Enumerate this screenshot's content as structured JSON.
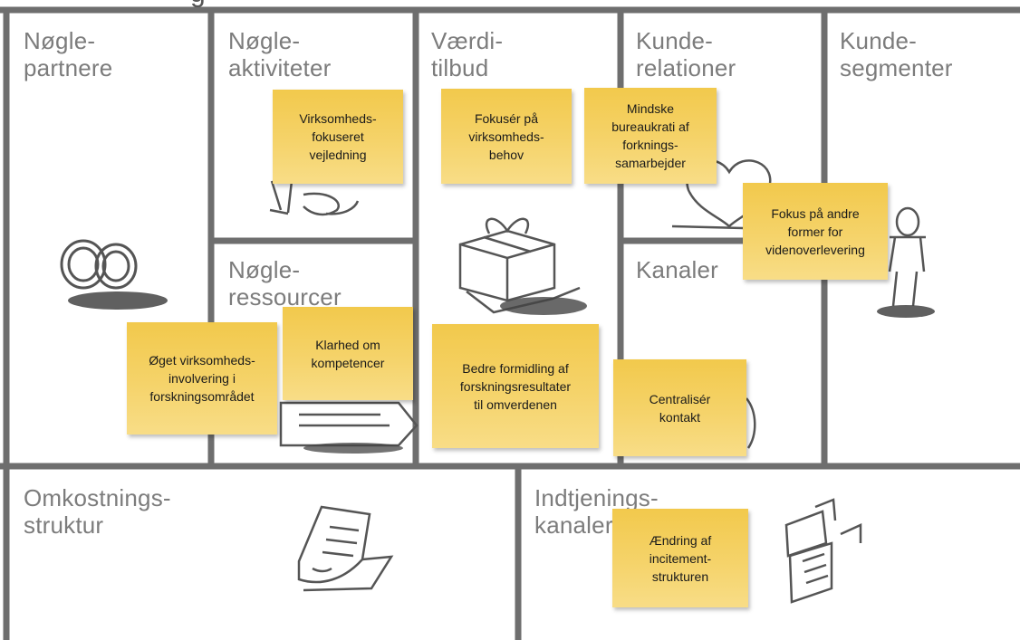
{
  "title_fragment": "g",
  "colors": {
    "grid": "#6e6e6e",
    "title_text": "#7c7c7c",
    "note": "#f5d36a",
    "sketch": "#555555"
  },
  "blocks": {
    "key_partners": "Nøgle-\npartnere",
    "key_activities": "Nøgle-\naktiviteter",
    "key_resources": "Nøgle-\nressourcer",
    "value_proposition": "Værdi-\ntilbud",
    "customer_relationships": "Kunde-\nrelationer",
    "channels": "Kanaler",
    "customer_segments": "Kunde-\nsegmenter",
    "cost_structure": "Omkostnings-\nstruktur",
    "revenue_streams": "Indtjenings-\nkanaler"
  },
  "notes": {
    "activities_note": "Virksomheds-\nfokuseret\nvejledning",
    "value_note_1": "Fokusér på\nvirksomheds-\nbehov",
    "relations_note": "Mindske\nbureaukrati af\nforknings-\nsamarbejder",
    "segments_note": "Fokus på andre\nformer for\nvidenoverlevering",
    "partners_note": "Øget virksomheds-\ninvolvering i\nforskningsområdet",
    "resources_note": "Klarhed om\nkompetencer",
    "value_note_2": "Bedre formidling af\nforskningsresultater\ntil omverdenen",
    "channels_note": "Centralisér\nkontakt",
    "revenue_note": "Ændring af\nincitement-\nstrukturen"
  },
  "icons": {
    "partners": "rings-icon",
    "activities": "worker-icon",
    "value": "gift-icon",
    "relations": "heart-icon",
    "segments": "person-icon",
    "resources": "machine-icon",
    "channels": "truck-icon",
    "cost": "receipt-icon",
    "revenue": "cash-register-icon"
  }
}
